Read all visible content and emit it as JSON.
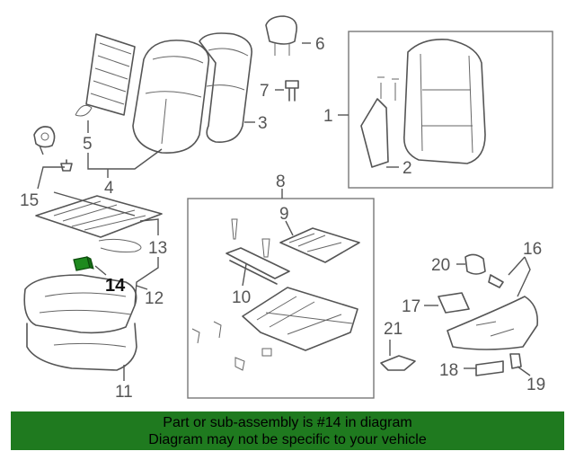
{
  "callouts": {
    "c1": "1",
    "c2": "2",
    "c3": "3",
    "c4": "4",
    "c5": "5",
    "c6": "6",
    "c7": "7",
    "c8": "8",
    "c9": "9",
    "c10": "10",
    "c11": "11",
    "c12": "12",
    "c13": "13",
    "c14": "14",
    "c15": "15",
    "c16": "16",
    "c17": "17",
    "c18": "18",
    "c19": "19",
    "c20": "20",
    "c21": "21"
  },
  "highlight_part": "14",
  "colors": {
    "highlight_part": "#1e8a1e",
    "banner": "#1f7a1f",
    "line_art": "#555555"
  },
  "banner": {
    "line1": "Part or sub-assembly is #14 in diagram",
    "line2": "Diagram may not be specific to your vehicle"
  }
}
